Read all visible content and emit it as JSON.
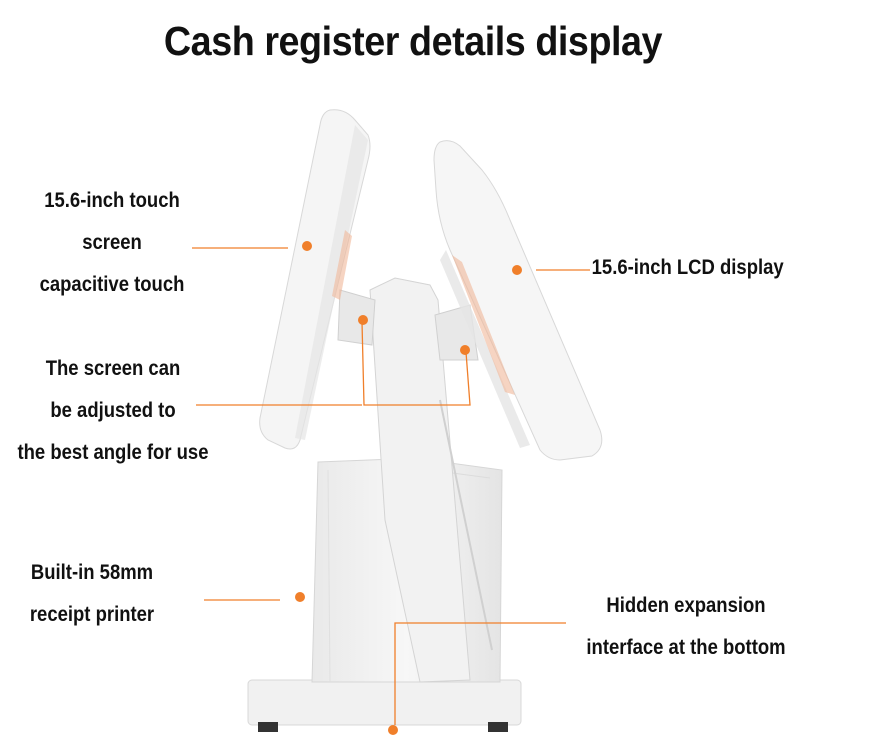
{
  "title": "Cash register details display",
  "callouts": {
    "touch_screen": [
      "15.6-inch touch",
      "screen",
      "capacitive touch"
    ],
    "lcd_display": [
      "15.6-inch LCD display"
    ],
    "adjustable": [
      "The screen can",
      "be adjusted to",
      "the best angle for use"
    ],
    "printer": [
      "Built-in 58mm",
      "receipt printer"
    ],
    "expansion": [
      "Hidden expansion",
      "interface at the bottom"
    ]
  },
  "colors": {
    "accent": "#f07f2a",
    "text": "#111111",
    "device_body": "#f3f3f3"
  }
}
